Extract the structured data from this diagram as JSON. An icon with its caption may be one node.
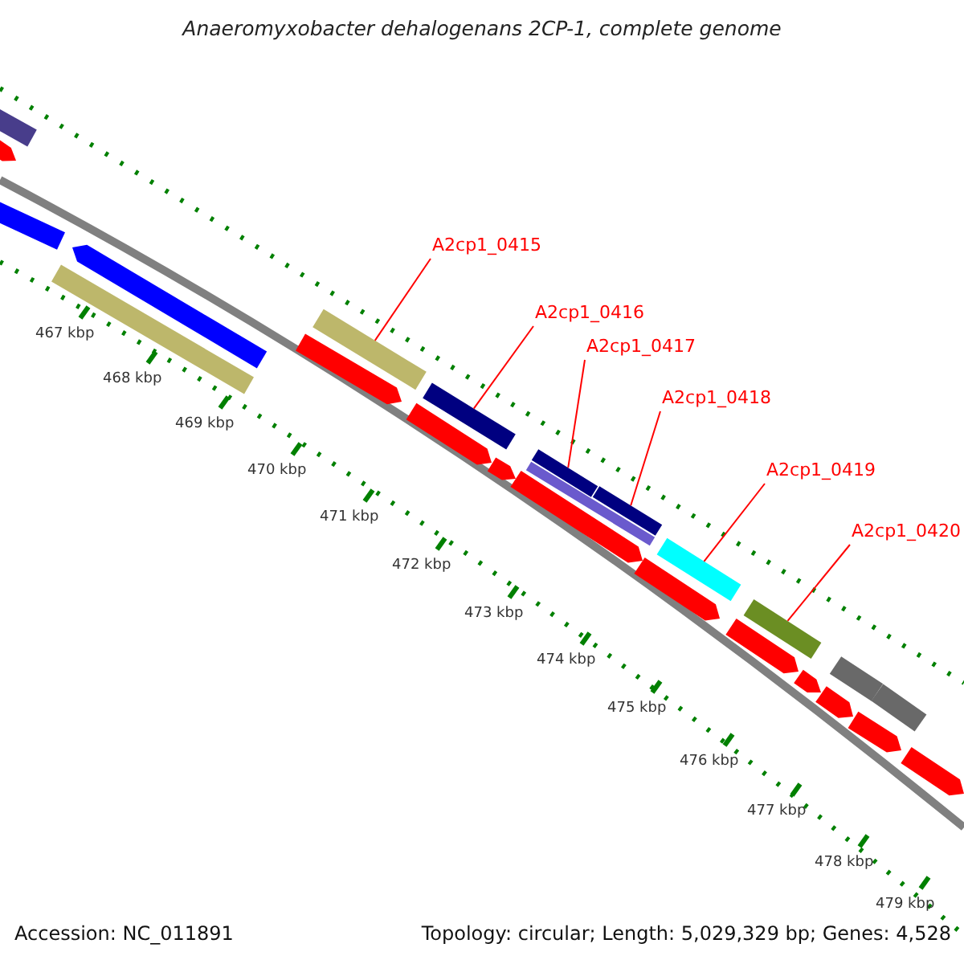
{
  "diagram": {
    "title": "Anaeromyxobacter dehalogenans 2CP-1, complete genome",
    "nodes": [
      {
        "text": [
          "A2cp1_0415"
        ]
      },
      {
        "text": [
          "A2cp1_0416"
        ]
      },
      {
        "text": [
          "A2cp1_0417"
        ]
      },
      {
        "text": [
          "A2cp1_0418"
        ]
      },
      {
        "text": [
          "A2cp1_0419"
        ]
      },
      {
        "text": [
          "A2cp1_0420"
        ]
      },
      {
        "text": [],
        "shape": "bar"
      },
      {
        "text": [],
        "shape": "bar"
      },
      {
        "text": [],
        "shape": "bar"
      },
      {
        "text": [],
        "shape": "bar"
      },
      {
        "text": [],
        "shape": "bar"
      },
      {
        "text": [],
        "shape": "bar"
      },
      {
        "text": [],
        "shape": "bar"
      },
      {
        "text": [],
        "shape": "bar"
      },
      {
        "text": [],
        "shape": "bar"
      },
      {
        "text": [],
        "shape": "bar"
      },
      {
        "text": [],
        "shape": "bar"
      },
      {
        "text": [],
        "shape": "bar"
      },
      {
        "text": [],
        "shape": "bar"
      },
      {
        "text": [],
        "shape": "bar"
      },
      {
        "text": [],
        "shape": "bar"
      },
      {
        "text": [],
        "shape": "bar"
      },
      {
        "text": [],
        "shape": "bar"
      },
      {
        "text": [],
        "shape": "bar"
      },
      {
        "text": [],
        "shape": "bar"
      },
      {
        "text": [],
        "shape": "bar"
      },
      {
        "text": [],
        "shape": "bar"
      },
      {
        "text": [],
        "shape": "bar"
      },
      {
        "text": [],
        "shape": "bar"
      },
      {
        "text": [],
        "shape": "bar"
      }
    ],
    "edges": [
      {
        "from": 0,
        "to": 6,
        "arrow": "none"
      },
      {
        "from": 1,
        "to": 7,
        "arrow": "none"
      },
      {
        "from": 2,
        "to": 8,
        "arrow": "none"
      },
      {
        "from": 3,
        "to": 9,
        "arrow": "none"
      },
      {
        "from": 4,
        "to": 10,
        "arrow": "none"
      },
      {
        "from": 5,
        "to": 11,
        "arrow": "none"
      }
    ],
    "labels": [
      "467 kbp",
      "468 kbp",
      "469 kbp",
      "470 kbp",
      "471 kbp",
      "472 kbp",
      "473 kbp",
      "474 kbp",
      "475 kbp",
      "476 kbp",
      "477 kbp",
      "478 kbp",
      "479 kbp",
      "Accession: NC_011891",
      "Topology: circular; Length: 5,029,329 bp; Genes: 4,528"
    ]
  }
}
